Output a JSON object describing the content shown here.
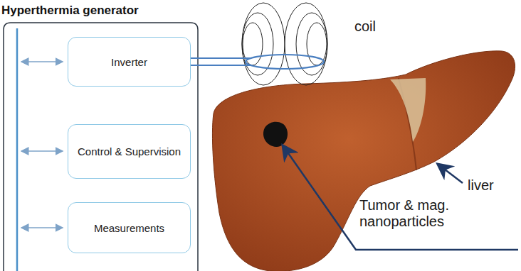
{
  "diagram": {
    "nodes": [
      {
        "text": [
          "Hyperthermia generator"
        ]
      },
      {
        "text": [
          "Inverter"
        ],
        "in": 0
      },
      {
        "text": [
          "Control & Supervision"
        ],
        "in": 0
      },
      {
        "text": [
          "Measurements"
        ],
        "in": 0
      }
    ],
    "labels": [
      "coil",
      "liver",
      "Tumor & mag. nanoparticles"
    ]
  }
}
